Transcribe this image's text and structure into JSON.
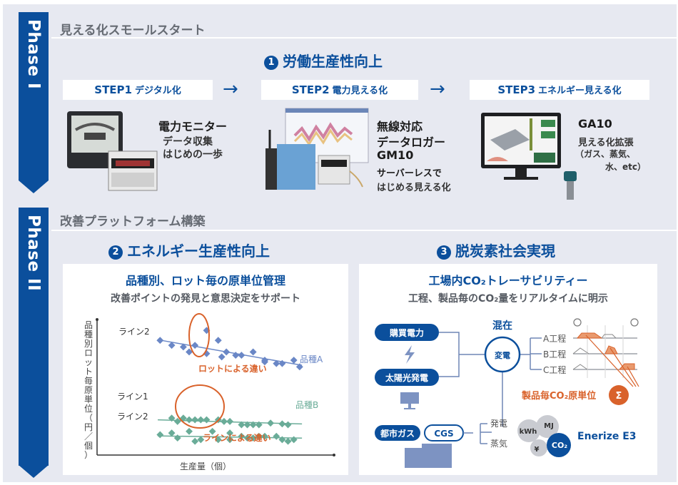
{
  "phase1": {
    "band_label": "Phase I",
    "section_title": "見える化スモールスタート",
    "goal_number": "1",
    "goal_title": "労働生産性向上",
    "steps": [
      {
        "en": "STEP1",
        "jp": "デジタル化"
      },
      {
        "en": "STEP2",
        "jp": "電力見える化"
      },
      {
        "en": "STEP3",
        "jp": "エネルギー見える化"
      }
    ],
    "arrow_glyph": "→",
    "devices": [
      {
        "name": "電力モニター",
        "lines": [
          "データ収集",
          "はじめの一歩"
        ]
      },
      {
        "name": "無線対応",
        "lines": [
          "データロガー",
          "GM10",
          "サーバーレスで",
          "はじめる見える化"
        ]
      },
      {
        "name": "GA10",
        "lines": [
          "見える化拡張",
          "（ガス、蒸気、",
          "水、etc）"
        ]
      }
    ]
  },
  "phase2": {
    "band_label": "Phase II",
    "section_title": "改善プラットフォーム構築",
    "goal2_number": "2",
    "goal2_title": "エネルギー生産性向上",
    "goal3_number": "3",
    "goal3_title": "脱炭素社会実現",
    "card_left": {
      "title": "品種別、ロット毎の原単位管理",
      "subtitle": "改善ポイントの発見と意思決定をサポート"
    },
    "card_right": {
      "title": "工場内CO₂トレーサビリティー",
      "subtitle": "工程、製品毎のCO₂量をリアルタイムに明示",
      "sources": [
        "購買電力",
        "太陽光発電",
        "都市ガス"
      ],
      "cgs": "CGS",
      "mix_label": "混在",
      "substation": "変電",
      "processes": [
        "A工程",
        "B工程",
        "C工程"
      ],
      "cgs_outputs": [
        "発電",
        "蒸気"
      ],
      "unit_label": "製品毎CO₂原単位",
      "sigma": "Σ",
      "bubbles": [
        "kWh",
        "MJ",
        "¥",
        "CO₂"
      ],
      "product": "Enerize E3"
    }
  },
  "colors": {
    "brand_blue": "#0b4f9c",
    "orange": "#d9622b",
    "series_a": "#6a87c6",
    "series_b": "#6aac98",
    "panel_bg": "#e7e9f1"
  },
  "chart_data": {
    "type": "scatter",
    "title": "",
    "xlabel": "生産量（個）",
    "ylabel": "品種別ロット毎原単位（円／個）",
    "grid": false,
    "x_ticks": [],
    "y_ticks": [],
    "series": [
      {
        "name": "品種A",
        "line_label": "ライン2",
        "trend": "decreasing",
        "points": [
          [
            1,
            9.0
          ],
          [
            2,
            8.7
          ],
          [
            3,
            8.6
          ],
          [
            3.5,
            8.3
          ],
          [
            4,
            8.7
          ],
          [
            5,
            9.6
          ],
          [
            5,
            8.2
          ],
          [
            6,
            9.0
          ],
          [
            6.3,
            8.0
          ],
          [
            6.7,
            8.3
          ],
          [
            7.5,
            8.1
          ],
          [
            8,
            8.1
          ],
          [
            9,
            8.3
          ],
          [
            10,
            7.8
          ],
          [
            10,
            7.7
          ],
          [
            11,
            7.6
          ],
          [
            11.5,
            7.6
          ],
          [
            12.5,
            7.8
          ],
          [
            13,
            7.4
          ]
        ]
      },
      {
        "name": "品種B",
        "line_label": "ライン1",
        "trend": "flat",
        "points": [
          [
            2,
            4.3
          ],
          [
            2.5,
            4.1
          ],
          [
            3,
            4.3
          ],
          [
            3.5,
            4.2
          ],
          [
            4,
            4.2
          ],
          [
            4.5,
            4.2
          ],
          [
            5,
            4.2
          ],
          [
            6,
            4.2
          ],
          [
            6.5,
            4.1
          ],
          [
            7,
            4.1
          ],
          [
            8,
            3.9
          ],
          [
            8.5,
            3.9
          ],
          [
            9,
            3.9
          ],
          [
            9.5,
            3.9
          ],
          [
            10.5,
            4.0
          ],
          [
            11.5,
            3.95
          ],
          [
            12,
            3.9
          ]
        ]
      },
      {
        "name": "品種B",
        "line_label": "ライン2",
        "trend": "flat",
        "points": [
          [
            1,
            3.3
          ],
          [
            2,
            3.4
          ],
          [
            2.5,
            3.1
          ],
          [
            3.5,
            3.5
          ],
          [
            4,
            2.9
          ],
          [
            4.5,
            3.0
          ],
          [
            5.5,
            3.5
          ],
          [
            6,
            3.0
          ],
          [
            7,
            3.4
          ],
          [
            7,
            3.0
          ],
          [
            8,
            3.2
          ],
          [
            8.5,
            3.1
          ],
          [
            9,
            3.1
          ],
          [
            9.5,
            3.2
          ],
          [
            10,
            3.2
          ],
          [
            11,
            3.2
          ],
          [
            11.5,
            3.0
          ],
          [
            12,
            2.9
          ],
          [
            12.5,
            3.0
          ]
        ]
      }
    ],
    "annotations": [
      "ロットによる違い",
      "ラインによる違い"
    ],
    "legend": [
      "品種A",
      "品種B"
    ]
  }
}
